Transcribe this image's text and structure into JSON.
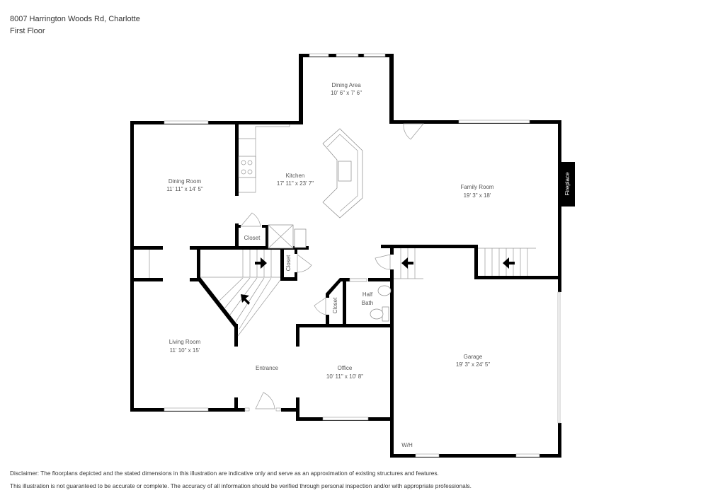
{
  "header": {
    "address": "8007 Harrington Woods Rd, Charlotte",
    "floor": "First Floor"
  },
  "rooms": [
    {
      "name": "Dining Area",
      "dims": "10' 6\" x 7' 6\""
    },
    {
      "name": "Dining Room",
      "dims": "11' 11\" x 14' 5\""
    },
    {
      "name": "Kitchen",
      "dims": "17' 11\" x 23' 7\""
    },
    {
      "name": "Family Room",
      "dims": "19' 3\" x 18'"
    },
    {
      "name": "Living Room",
      "dims": "11' 10\" x 15'"
    },
    {
      "name": "Entrance",
      "dims": ""
    },
    {
      "name": "Office",
      "dims": "10' 11\" x 10' 8\""
    },
    {
      "name": "Half",
      "dims": "Bath"
    },
    {
      "name": "Garage",
      "dims": "19' 3\" x 24' 5\""
    }
  ],
  "labels": {
    "closet_1": "Closet",
    "closet_2": "Closet",
    "closet_3": "Closet",
    "fireplace": "Fireplace",
    "water_heater": "W/H"
  },
  "disclaimer": {
    "line1": "Disclaimer: The floorplans depicted and the stated dimensions in this illustration are indicative only and serve as an approximation of existing structures and features.",
    "line2": "This illustration is not guaranteed to be accurate or complete. The accuracy of all information should be verified through personal inspection and/or with appropriate professionals."
  }
}
